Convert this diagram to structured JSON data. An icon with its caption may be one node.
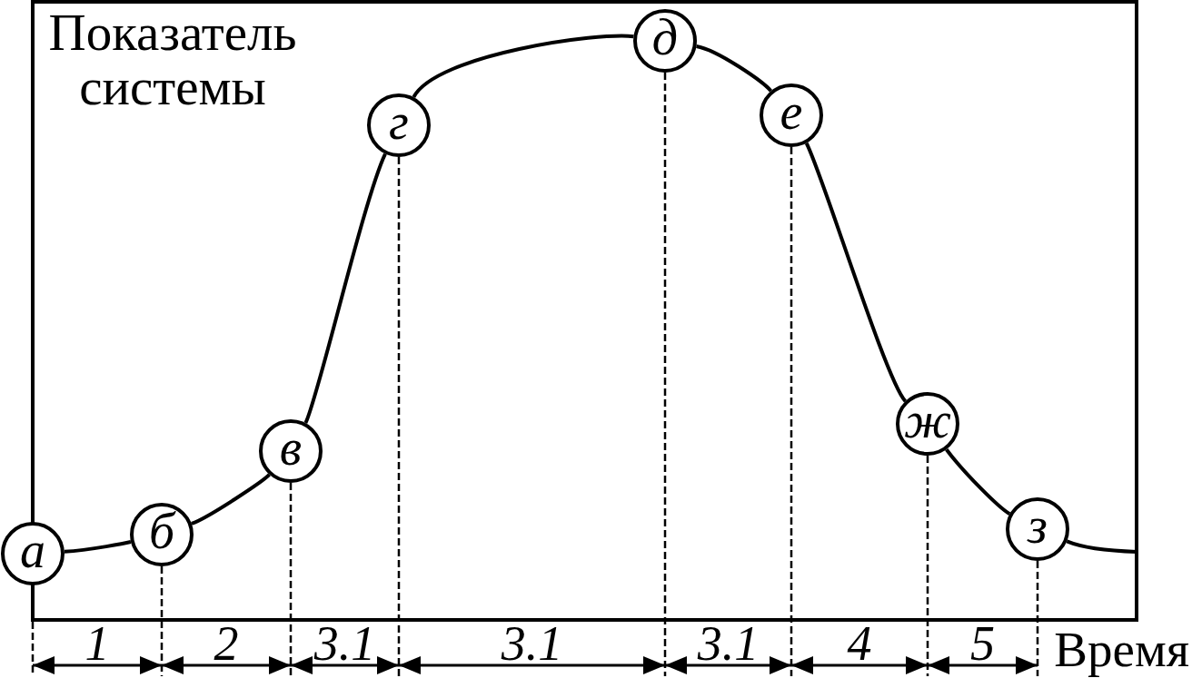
{
  "diagram": {
    "nodes": [
      {
        "text": [
          "а"
        ]
      },
      {
        "text": [
          "б"
        ]
      },
      {
        "text": [
          "в"
        ]
      },
      {
        "text": [
          "г"
        ]
      },
      {
        "text": [
          "д"
        ]
      },
      {
        "text": [
          "е"
        ]
      },
      {
        "text": [
          "ж"
        ]
      },
      {
        "text": [
          "з"
        ]
      }
    ],
    "edges": [
      {
        "from": 0,
        "to": 1,
        "arrow": "none"
      },
      {
        "from": 1,
        "to": 2,
        "arrow": "none"
      },
      {
        "from": 2,
        "to": 3,
        "arrow": "none"
      },
      {
        "from": 3,
        "to": 4,
        "arrow": "none"
      },
      {
        "from": 4,
        "to": 5,
        "arrow": "none"
      },
      {
        "from": 5,
        "to": 6,
        "arrow": "none"
      },
      {
        "from": 6,
        "to": 7,
        "arrow": "none"
      },
      {
        "from": 7,
        "to": null,
        "arrow": "none"
      }
    ],
    "labels": [
      "Показатель системы",
      "1",
      "2",
      "3.1",
      "3.1",
      "3.1",
      "4",
      "5",
      "Время"
    ]
  }
}
